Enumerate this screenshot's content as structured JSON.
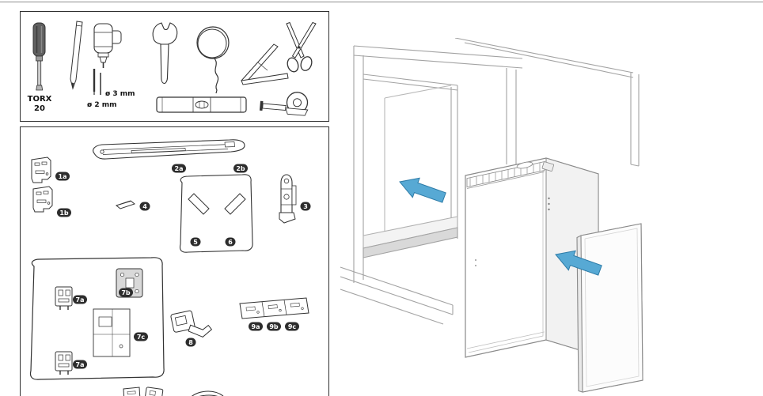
{
  "page": {
    "background": "#ffffff",
    "top_rule_color": "#8f8f8f"
  },
  "tools_panel": {
    "torx_line1": "TORX",
    "torx_line2": "20",
    "bit_label_large": "ø 3 mm",
    "bit_label_small": "ø 2 mm",
    "tools": [
      "torx-screwdriver",
      "pencil",
      "cordless-screwdriver",
      "drill-bits",
      "open-end-wrench",
      "cable-coil",
      "try-square",
      "scissors",
      "spirit-level",
      "tape-measure"
    ]
  },
  "parts_panel": {
    "badge_bg": "#2d2d2d",
    "badge_fg": "#ffffff",
    "badges": [
      {
        "label": "1a"
      },
      {
        "label": "1b"
      },
      {
        "label": "2a"
      },
      {
        "label": "2b"
      },
      {
        "label": "3"
      },
      {
        "label": "4"
      },
      {
        "label": "5"
      },
      {
        "label": "6"
      },
      {
        "label": "7a"
      },
      {
        "label": "7b"
      },
      {
        "label": "7c"
      },
      {
        "label": "7a"
      },
      {
        "label": "8"
      },
      {
        "label": "9a"
      },
      {
        "label": "9b"
      },
      {
        "label": "9c"
      }
    ]
  },
  "installation_scene": {
    "arrow_color": "#57a9d4",
    "elements": [
      "cabinet-niche",
      "built-in-fridge",
      "furniture-door-panel",
      "insertion-arrows"
    ]
  }
}
